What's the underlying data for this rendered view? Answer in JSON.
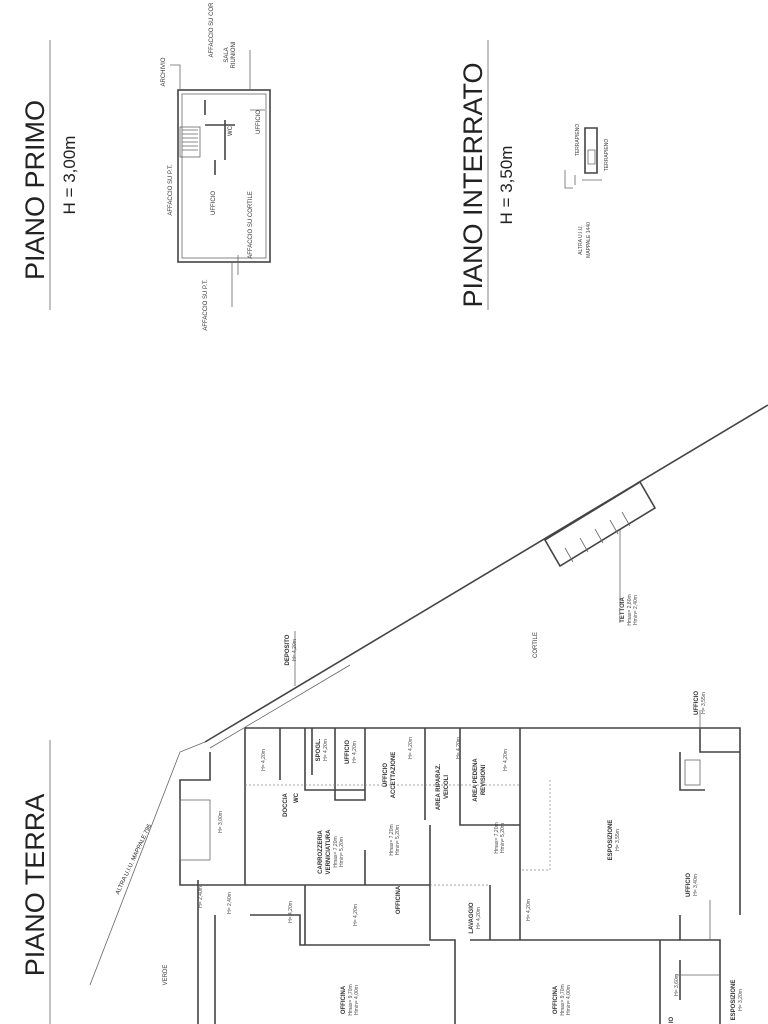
{
  "titles": {
    "ground": "PIANO TERRA",
    "first": "PIANO PRIMO",
    "first_height": "H = 3,00m",
    "basement": "PIANO INTERRATO",
    "basement_height": "H = 3,50m"
  },
  "first_floor": {
    "archivio": "ARCHIVIO",
    "affaccio_cortile_top": "AFFACCIO SU COR",
    "sala": "SALA",
    "riunioni": "RIUNIONI",
    "ufficio_small": "UFFICIO",
    "wc": "WC",
    "affaccio_pt_1": "AFFACCIO SU P.T.",
    "ufficio_main": "UFFICIO",
    "affaccio_cortile": "AFFACCIO SU CORTILE",
    "affaccio_pt_2": "AFFACCIO SU P.T."
  },
  "basement": {
    "terrapieno_1": "TERRAPIENO",
    "terrapieno_2": "TERRAPIENO",
    "altra_1": "ALTRA U.I.U.",
    "altra_2": "MAPPALE 1440"
  },
  "site": {
    "altra_796": "ALTRA U.I.U. MAPPALE 796",
    "verde": "VERDE",
    "cortile": "CORTILE",
    "tettoia": "TETTOIA",
    "tettoia_hmax": "Hmax= 2,80m",
    "tettoia_hmin": "Hmin= 2,40m",
    "deposito": "DEPOSITO",
    "deposito_h": "H= 4,20m"
  },
  "ground_floor": {
    "h420_a": "H= 4,20m",
    "spogl": "SPOGL.",
    "spogl_h": "H= 4,20m",
    "ufficio": "UFFICIO",
    "ufficio_h": "H= 4,20m",
    "accettazione_1": "UFFICIO",
    "accettazione_2": "ACCETTAZIONE",
    "acc_h": "H= 4,20m",
    "riparaz_1": "AREA RIPARAZ.",
    "riparaz_2": "VEICOLI",
    "riparaz_h": "H= 4,20m",
    "pedana_1": "AREA PEDENA",
    "pedana_2": "REVISIONI",
    "pedana_h": "H= 4,20m",
    "doccia": "DOCCIA",
    "wc": "WC",
    "carrozzeria_1": "CARROZZERIA",
    "carrozzeria_2": "VERNICIATURA",
    "carrozzeria_hmax": "Hmax= 7,20m",
    "carrozzeria_hmin": "Hmin= 5,20m",
    "officina_hmax": "Hmax= 7,20m",
    "officina_hmin": "Hmin= 5,20m",
    "officina": "OFFICINA",
    "h420_b": "H= 4,20m",
    "h420_c": "H= 4,20m",
    "h300": "H= 3,00m",
    "h240_a": "H= 2,40m",
    "h240_b": "H= 2,40m",
    "lavaggio": "LAVAGGIO",
    "lavaggio_h": "H= 4,20m",
    "h420_d": "H= 4,20m",
    "pedana_hmax": "Hmax= 7,20m",
    "pedana_hmin": "Hmin= 5,20m",
    "esposizione": "ESPOSIZIONE",
    "esposizione_h": "H= 3,55m",
    "ufficio_b": "UFFICIO",
    "ufficio_b_h": "H= 3,40m",
    "ufficio_c": "UFFICIO",
    "ufficio_c_h": "H= 3,55m",
    "officina_2": "OFFICINA",
    "officina_2_hmax": "Hmax= 9,70m",
    "officina_2_hmin": "Hmin= 4,00m",
    "officina_3": "OFFICINA",
    "officina_3_hmax": "Hmax= 9,70m",
    "officina_3_hmin": "Hmin= 4,00m",
    "h360": "H= 3,60m",
    "esposizione_2": "ESPOSIZIONE",
    "esposizione_2_h": "H= 3,20m",
    "ufficio_cut": "IO"
  }
}
